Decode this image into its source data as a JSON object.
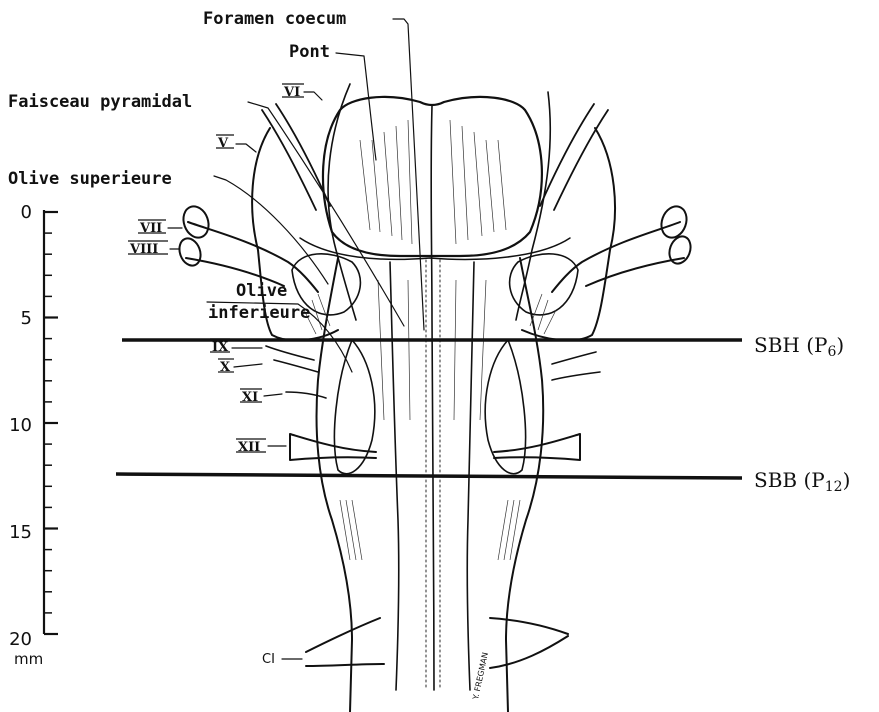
{
  "labels": {
    "foramen_coecum": "Foramen coecum",
    "pont": "Pont",
    "faisceau_pyramidal": "Faisceau pyramidal",
    "olive_superieure": "Olive superieure",
    "olive_inferieure_line1": "Olive",
    "olive_inferieure_line2": "inferieure"
  },
  "cranial_nerves": {
    "vi": "VI",
    "v": "V",
    "vii": "VII",
    "viii": "VIII",
    "ix": "IX",
    "x": "X",
    "xi": "XI",
    "xii": "XII",
    "c1": "CI"
  },
  "levels": {
    "sbh": {
      "name": "SBH",
      "sub": "P",
      "index": "6"
    },
    "sbb": {
      "name": "SBB",
      "sub": "P",
      "index": "12"
    }
  },
  "scale": {
    "ticks": [
      "0",
      "5",
      "10",
      "15",
      "20"
    ],
    "unit": "mm"
  },
  "signature": "Y. FREGMAN"
}
